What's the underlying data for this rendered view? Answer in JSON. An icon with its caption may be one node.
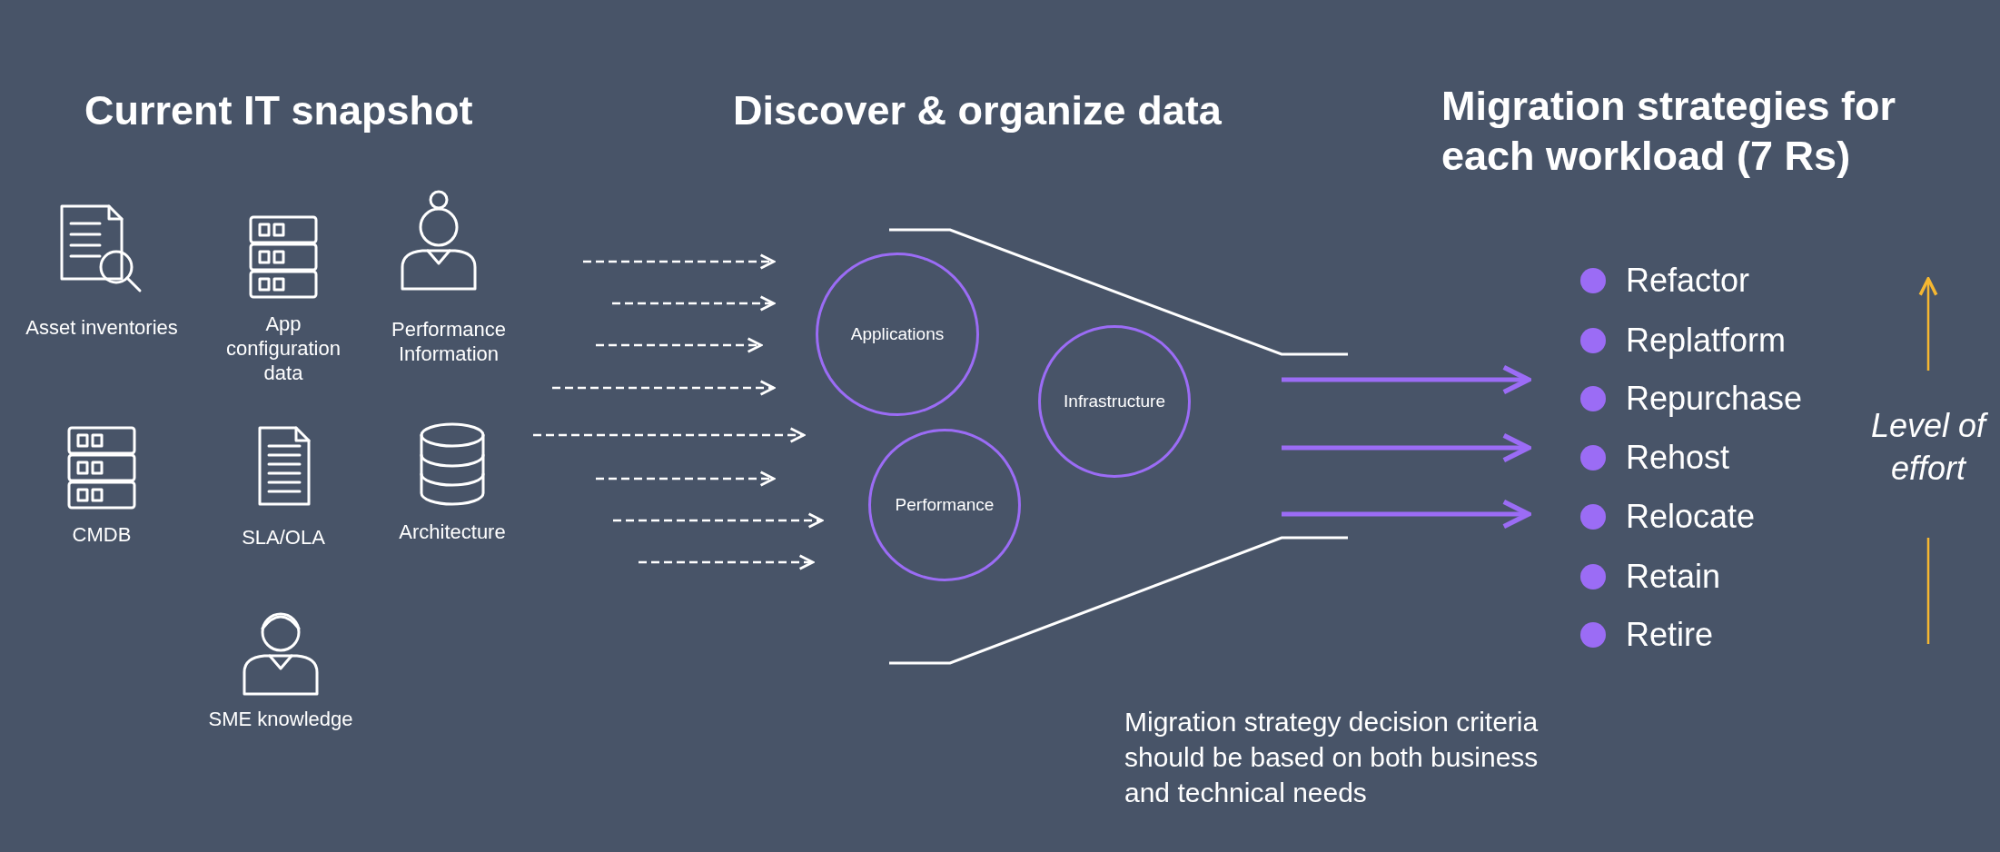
{
  "diagram": {
    "nodes": [
      {
        "text": [
          "Applications"
        ]
      },
      {
        "text": [
          "Infrastructure"
        ]
      },
      {
        "text": [
          "Performance"
        ]
      }
    ],
    "labels": [
      "Current IT snapshot",
      "Discover & organize data",
      "Migration strategies for each workload (7 Rs)",
      "Asset inventories",
      "App configuration data",
      "Performance Information",
      "CMDB",
      "SLA/OLA",
      "Architecture",
      "SME knowledge",
      "Refactor",
      "Replatform",
      "Repurchase",
      "Rehost",
      "Relocate",
      "Retain",
      "Retire",
      "Level of effort",
      "Migration strategy decision criteria should be based on both business and technical needs"
    ]
  }
}
